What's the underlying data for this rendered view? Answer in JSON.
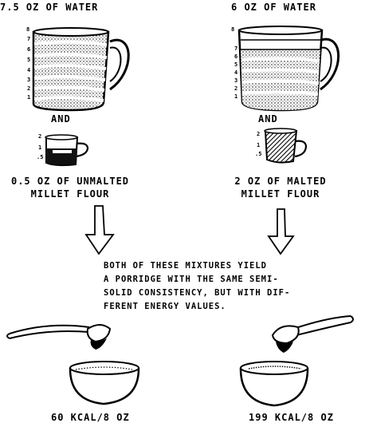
{
  "left": {
    "water_label": "7.5 oz of water",
    "and_label": "AND",
    "flour_line1": "0.5 oz of unmalted",
    "flour_line2": "millet flour",
    "energy_label": "60 KCAL/8 oz",
    "big_cup_ticks": [
      "8",
      "7",
      "6",
      "5",
      "4",
      "3",
      "2",
      "1"
    ],
    "small_cup_ticks": [
      "2",
      "1",
      ".5"
    ]
  },
  "right": {
    "water_label": "6 oz of water",
    "and_label": "AND",
    "flour_line1": "2 oz of malted",
    "flour_line2": "millet flour",
    "energy_label": "199 KCAL/8 oz",
    "big_cup_ticks": [
      "8",
      "7",
      "6",
      "5",
      "4",
      "3",
      "2",
      "1"
    ],
    "small_cup_ticks": [
      "2",
      "1",
      ".5"
    ]
  },
  "note_lines": [
    "Both of these mixtures yield",
    "a porridge with the same semi-",
    "solid consistency, but with dif-",
    "ferent energy values."
  ]
}
